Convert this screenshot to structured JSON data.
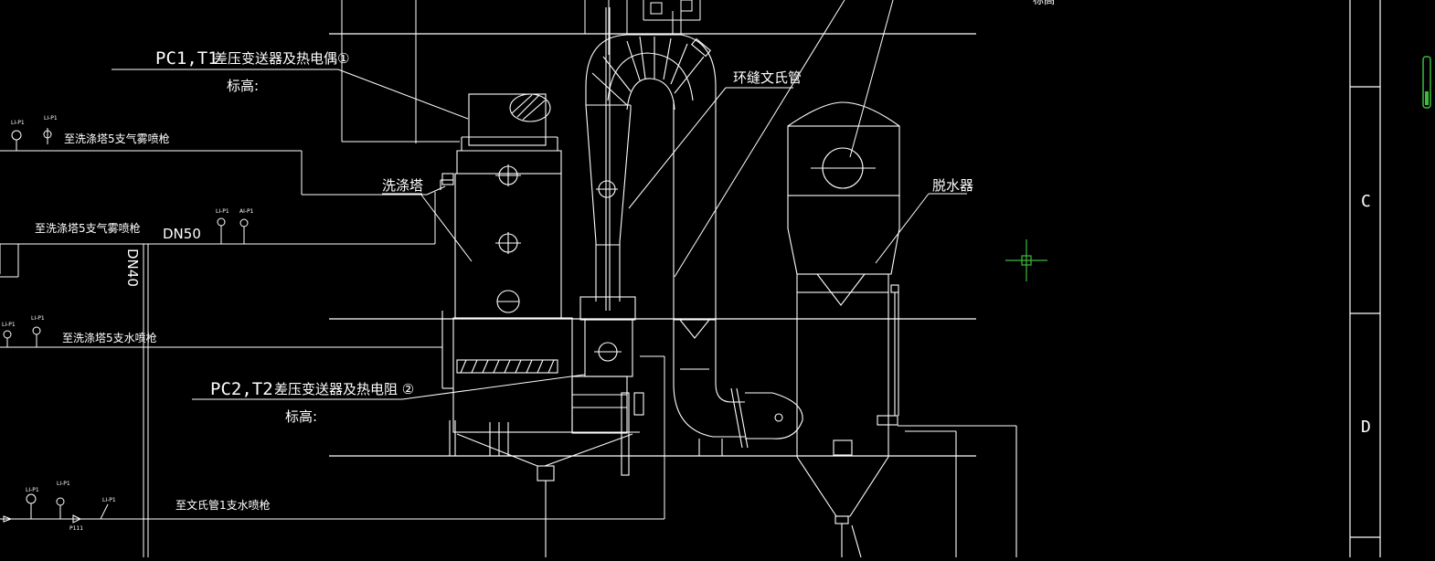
{
  "labels": {
    "pc1": "PC1,T1",
    "pc1_desc": "差压变送器及热电偶①",
    "elev_top": "标高:",
    "pc2": "PC2,T2",
    "pc2_desc": "差压变送器及热电阻 ②",
    "elev_bottom": "标高:",
    "scrubber": "洗涤塔",
    "venturi": "环缝文氏管",
    "dehydrator": "脱水器",
    "line_gas_top": "至洗涤塔5支气雾喷枪",
    "line_gas_mid": "至洗涤塔5支气雾喷枪",
    "line_water": "至洗涤塔5支水喷枪",
    "line_venturi": "至文氏管1支水喷枪",
    "dn50": "DN50",
    "dn40": "DN40",
    "grid_c": "C",
    "grid_d": "D",
    "partial_top": "标高"
  },
  "colors": {
    "background": "#000000",
    "line": "#ffffff",
    "accent_green": "#3dbb3d"
  }
}
